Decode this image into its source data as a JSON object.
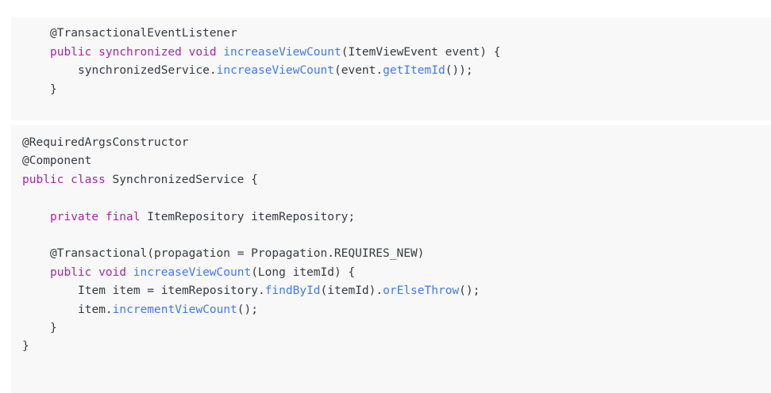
{
  "blocks": [
    {
      "name": "code-block-listener",
      "lines": [
        {
          "indent": 4,
          "tokens": [
            {
              "t": "@TransactionalEventListener",
              "k": "pl"
            }
          ]
        },
        {
          "indent": 4,
          "tokens": [
            {
              "t": "public",
              "k": "kw"
            },
            {
              "t": " ",
              "k": "pl"
            },
            {
              "t": "synchronized",
              "k": "kw"
            },
            {
              "t": " ",
              "k": "pl"
            },
            {
              "t": "void",
              "k": "kw"
            },
            {
              "t": " ",
              "k": "pl"
            },
            {
              "t": "increaseViewCount",
              "k": "fn"
            },
            {
              "t": "(ItemViewEvent event) {",
              "k": "pl"
            }
          ]
        },
        {
          "indent": 8,
          "tokens": [
            {
              "t": "synchronizedService.",
              "k": "pl"
            },
            {
              "t": "increaseViewCount",
              "k": "fn"
            },
            {
              "t": "(event.",
              "k": "pl"
            },
            {
              "t": "getItemId",
              "k": "fn"
            },
            {
              "t": "());",
              "k": "pl"
            }
          ]
        },
        {
          "indent": 4,
          "tokens": [
            {
              "t": "}",
              "k": "pl"
            }
          ]
        }
      ]
    },
    {
      "name": "code-block-service",
      "lines": [
        {
          "indent": 0,
          "tokens": [
            {
              "t": "@RequiredArgsConstructor",
              "k": "pl"
            }
          ]
        },
        {
          "indent": 0,
          "tokens": [
            {
              "t": "@Component",
              "k": "pl"
            }
          ]
        },
        {
          "indent": 0,
          "tokens": [
            {
              "t": "public",
              "k": "kw"
            },
            {
              "t": " ",
              "k": "pl"
            },
            {
              "t": "class",
              "k": "kw"
            },
            {
              "t": " SynchronizedService {",
              "k": "pl"
            }
          ]
        },
        {
          "indent": 0,
          "tokens": []
        },
        {
          "indent": 4,
          "tokens": [
            {
              "t": "private",
              "k": "kw"
            },
            {
              "t": " ",
              "k": "pl"
            },
            {
              "t": "final",
              "k": "kw"
            },
            {
              "t": " ItemRepository itemRepository;",
              "k": "pl"
            }
          ]
        },
        {
          "indent": 0,
          "tokens": []
        },
        {
          "indent": 4,
          "tokens": [
            {
              "t": "@Transactional(propagation = Propagation.REQUIRES_NEW)",
              "k": "pl"
            }
          ]
        },
        {
          "indent": 4,
          "tokens": [
            {
              "t": "public",
              "k": "kw"
            },
            {
              "t": " ",
              "k": "pl"
            },
            {
              "t": "void",
              "k": "kw"
            },
            {
              "t": " ",
              "k": "pl"
            },
            {
              "t": "increaseViewCount",
              "k": "fn"
            },
            {
              "t": "(Long itemId) {",
              "k": "pl"
            }
          ]
        },
        {
          "indent": 8,
          "tokens": [
            {
              "t": "Item item = itemRepository.",
              "k": "pl"
            },
            {
              "t": "findById",
              "k": "fn"
            },
            {
              "t": "(itemId).",
              "k": "pl"
            },
            {
              "t": "orElseThrow",
              "k": "fn"
            },
            {
              "t": "();",
              "k": "pl"
            }
          ]
        },
        {
          "indent": 8,
          "tokens": [
            {
              "t": "item.",
              "k": "pl"
            },
            {
              "t": "incrementViewCount",
              "k": "fn"
            },
            {
              "t": "();",
              "k": "pl"
            }
          ]
        },
        {
          "indent": 4,
          "tokens": [
            {
              "t": "}",
              "k": "pl"
            }
          ]
        },
        {
          "indent": 0,
          "tokens": [
            {
              "t": "}",
              "k": "pl"
            }
          ]
        }
      ]
    }
  ],
  "colors": {
    "background": "#ffffff",
    "block_background": "#f8f8f8",
    "plain": "#383a42",
    "keyword": "#a626a4",
    "function": "#4078f2"
  }
}
